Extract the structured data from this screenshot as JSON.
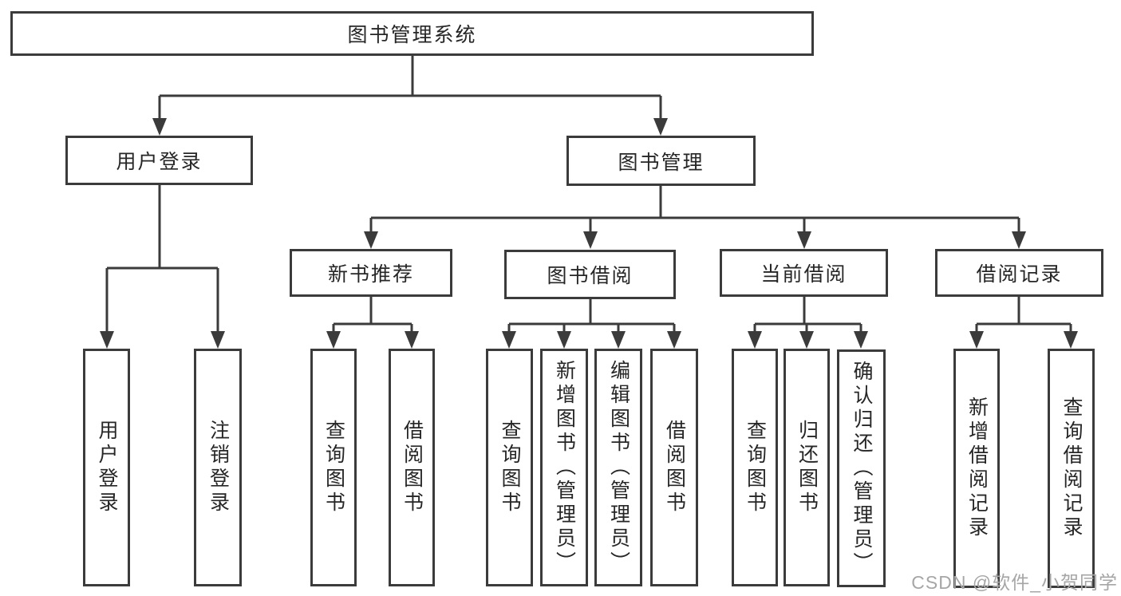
{
  "diagram": {
    "type": "hierarchy-tree",
    "root": "图书管理系统",
    "children": [
      {
        "label": "用户登录",
        "children": [
          "用户登录",
          "注销登录"
        ]
      },
      {
        "label": "图书管理",
        "children": [
          {
            "label": "新书推荐",
            "children": [
              "查询图书",
              "借阅图书"
            ]
          },
          {
            "label": "图书借阅",
            "children": [
              "查询图书",
              "新增图书（管理员）",
              "编辑图书（管理员）",
              "借阅图书"
            ]
          },
          {
            "label": "当前借阅",
            "children": [
              "查询图书",
              "归还图书",
              "确认归还（管理员）"
            ]
          },
          {
            "label": "借阅记录",
            "children": [
              "新增借阅记录",
              "查询借阅记录"
            ]
          }
        ]
      }
    ]
  },
  "watermark": "CSDN @软件_小贺同学",
  "colors": {
    "line": "#3b3b3b",
    "box_border": "#3b3b3b",
    "text": "#262626",
    "watermark": "#a6a6a6",
    "background": "#ffffff"
  }
}
